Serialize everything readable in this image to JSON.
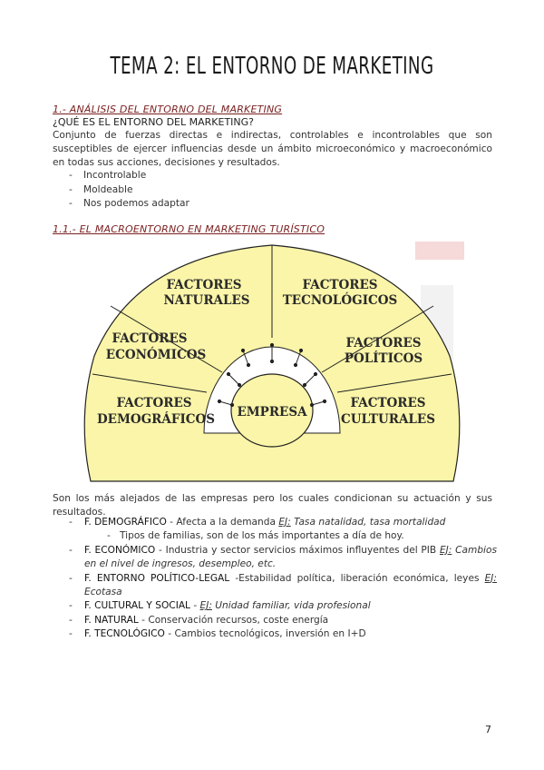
{
  "title": "TEMA 2: EL ENTORNO DE MARKETING",
  "section1": {
    "heading": "1.- ANÁLISIS DEL ENTORNO DEL MARKETING",
    "question": "¿QUÉ ES EL ENTORNO DEL MARKETING?",
    "paragraph": "Conjunto de fuerzas directas e indirectas, controlables e incontrolables que son susceptibles de ejercer influencias desde un ámbito microeconómico y macroeconómico en todas sus acciones, decisiones y resultados.",
    "items": [
      "Incontrolable",
      "Moldeable",
      "Nos podemos adaptar"
    ]
  },
  "section11": {
    "heading": "1.1.- EL MACROENTORNO EN MARKETING TURÍSTICO"
  },
  "diagram": {
    "center": "EMPRESA",
    "sectors": [
      {
        "line1": "FACTORES",
        "line2": "NATURALES"
      },
      {
        "line1": "FACTORES",
        "line2": "TECNOLÓGICOS"
      },
      {
        "line1": "FACTORES",
        "line2": "ECONÓMICOS"
      },
      {
        "line1": "FACTORES",
        "line2": "POLÍTICOS"
      },
      {
        "line1": "FACTORES",
        "line2": "DEMOGRÁFICOS"
      },
      {
        "line1": "FACTORES",
        "line2": "CULTURALES"
      }
    ],
    "fill_color": "#faf5a8",
    "stroke_color": "#222222"
  },
  "paragraph2": "Son los más alejados de las empresas pero los cuales condicionan su actuación y sus resultados.",
  "factors": {
    "f1_name": "F. DEMOGRÁFICO",
    "f1_text": " - Afecta a la demanda ",
    "f1_ej": "EJ:",
    "f1_example": " Tasa natalidad, tasa mortalidad",
    "f1_sub": "Tipos de familias, son de los más importantes a día de hoy.",
    "f2_name": "F. ECONÓMICO",
    "f2_text": " - Industria y sector servicios máximos  influyentes del PIB ",
    "f2_ej": "EJ:",
    "f2_example": " Cambios en el nivel de ingresos, desempleo, etc.",
    "f3_name": "F. ENTORNO POLÍTICO-LEGAL",
    "f3_text": " -Estabilidad política, liberación económica, leyes ",
    "f3_ej": "EJ:",
    "f3_example": " Ecotasa",
    "f4_name": "F. CULTURAL Y SOCIAL",
    "f4_text": " - ",
    "f4_ej": "EJ:",
    "f4_example": " Unidad familiar, vida profesional",
    "f5_name": "F. NATURAL",
    "f5_text": " - Conservación recursos, coste energía",
    "f6_name": "F. TECNOLÓGICO",
    "f6_text": " - Cambios tecnológicos, inversión en I+D"
  },
  "page_number": "7"
}
